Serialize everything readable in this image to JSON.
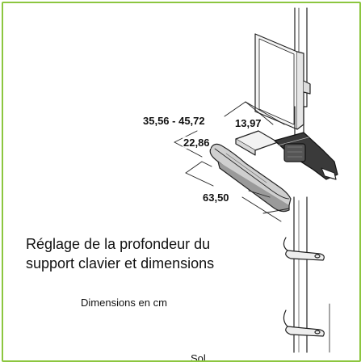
{
  "diagram": {
    "dimensions": {
      "depth_range": "35,56 - 45,72",
      "tray_depth": "13,97",
      "keyboard_depth": "22,86",
      "width": "63,50"
    },
    "title_line1": "Réglage de la profondeur du",
    "title_line2": "support clavier et dimensions",
    "units_note": "Dimensions en cm",
    "floor_label": "Sol",
    "frame_color": "#8cc63f"
  }
}
